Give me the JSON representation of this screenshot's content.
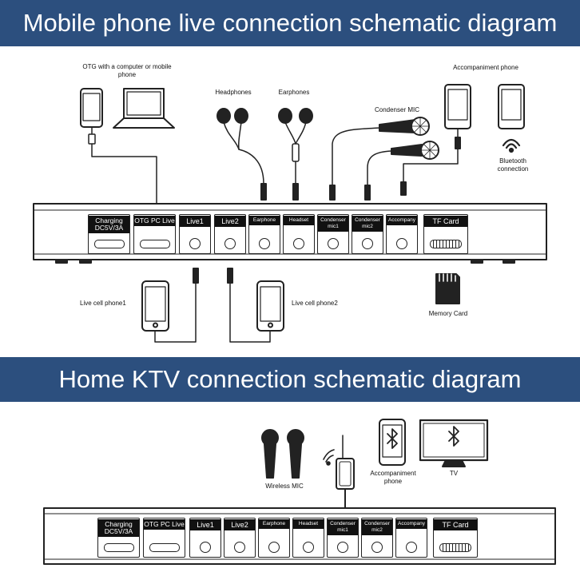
{
  "banners": {
    "top": "Mobile phone live connection schematic diagram",
    "bottom": "Home KTV connection schematic diagram"
  },
  "labels": {
    "otg_device": "OTG with a computer or mobile phone",
    "headphones": "Headphones",
    "earphones": "Earphones",
    "condenser_mic": "Condenser MIC",
    "accompaniment_phone_top": "Accompaniment phone",
    "bluetooth_connection": "Bluetooth connection",
    "live_cell_phone1": "Live cell phone1",
    "live_cell_phone2": "Live cell phone2",
    "memory_card": "Memory Card",
    "wireless_mic": "Wireless MIC",
    "accompaniment_phone_bottom": "Accompaniment phone",
    "tv": "TV"
  },
  "ports": [
    {
      "label": "Charging DC5V/3A",
      "type": "usb"
    },
    {
      "label": "OTG PC Live",
      "type": "usb"
    },
    {
      "label": "Live1",
      "type": "jack"
    },
    {
      "label": "Live2",
      "type": "jack"
    },
    {
      "label": "Earphone",
      "type": "jack"
    },
    {
      "label": "Headset",
      "type": "jack"
    },
    {
      "label": "Condenser mic1",
      "type": "jack"
    },
    {
      "label": "Condenser mic2",
      "type": "jack"
    },
    {
      "label": "Accompany",
      "type": "jack"
    },
    {
      "label": "TF Card",
      "type": "tf"
    }
  ],
  "colors": {
    "banner": "#2c4f7e",
    "line": "#222222"
  }
}
